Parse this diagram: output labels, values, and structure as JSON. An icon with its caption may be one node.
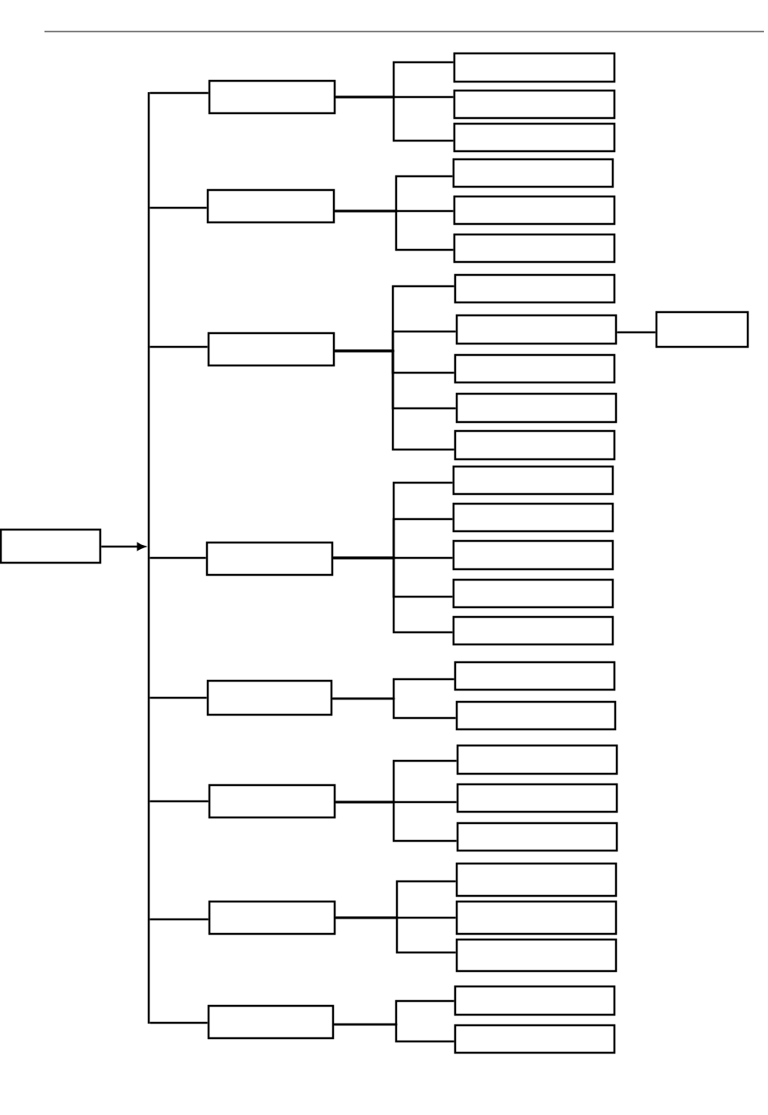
{
  "diagram": {
    "nodes": [
      {
        "text": [],
        "shape": "box"
      },
      {
        "text": [],
        "shape": "bar"
      },
      {
        "text": [],
        "shape": "box"
      },
      {
        "text": [],
        "shape": "box"
      },
      {
        "text": [],
        "shape": "box"
      },
      {
        "text": [],
        "shape": "box"
      },
      {
        "text": [],
        "shape": "box"
      },
      {
        "text": [],
        "shape": "box"
      },
      {
        "text": [],
        "shape": "box"
      },
      {
        "text": [],
        "shape": "box"
      },
      {
        "text": [],
        "shape": "box"
      },
      {
        "text": [],
        "shape": "box"
      },
      {
        "text": [],
        "shape": "box"
      },
      {
        "text": [],
        "shape": "box"
      },
      {
        "text": [],
        "shape": "box"
      },
      {
        "text": [],
        "shape": "box"
      },
      {
        "text": [],
        "shape": "box"
      },
      {
        "text": [],
        "shape": "box"
      },
      {
        "text": [],
        "shape": "box"
      },
      {
        "text": [],
        "shape": "box"
      },
      {
        "text": [],
        "shape": "box"
      },
      {
        "text": [],
        "shape": "box"
      },
      {
        "text": [],
        "shape": "box"
      },
      {
        "text": [],
        "shape": "box"
      },
      {
        "text": [],
        "shape": "box"
      },
      {
        "text": [],
        "shape": "box"
      },
      {
        "text": [],
        "shape": "box"
      },
      {
        "text": [],
        "shape": "box"
      },
      {
        "text": [],
        "shape": "box"
      },
      {
        "text": [],
        "shape": "box"
      },
      {
        "text": [],
        "shape": "box"
      },
      {
        "text": [],
        "shape": "box"
      },
      {
        "text": [],
        "shape": "box"
      },
      {
        "text": [],
        "shape": "box"
      },
      {
        "text": [],
        "shape": "box"
      },
      {
        "text": [],
        "shape": "box"
      },
      {
        "text": [],
        "shape": "box"
      }
    ],
    "edges": [
      {
        "from": 0,
        "to": 1,
        "arrow": "to"
      },
      {
        "from": 1,
        "to": 2,
        "arrow": "none"
      },
      {
        "from": 1,
        "to": 6,
        "arrow": "none"
      },
      {
        "from": 1,
        "to": 10,
        "arrow": "none"
      },
      {
        "from": 1,
        "to": 17,
        "arrow": "none"
      },
      {
        "from": 1,
        "to": 23,
        "arrow": "none"
      },
      {
        "from": 1,
        "to": 26,
        "arrow": "none"
      },
      {
        "from": 1,
        "to": 30,
        "arrow": "none"
      },
      {
        "from": 1,
        "to": 34,
        "arrow": "none"
      },
      {
        "from": 2,
        "to": 3,
        "arrow": "none"
      },
      {
        "from": 2,
        "to": 4,
        "arrow": "none"
      },
      {
        "from": 2,
        "to": 5,
        "arrow": "none"
      },
      {
        "from": 6,
        "to": 7,
        "arrow": "none"
      },
      {
        "from": 6,
        "to": 8,
        "arrow": "none"
      },
      {
        "from": 6,
        "to": 9,
        "arrow": "none"
      },
      {
        "from": 10,
        "to": 11,
        "arrow": "none"
      },
      {
        "from": 10,
        "to": 12,
        "arrow": "none"
      },
      {
        "from": 10,
        "to": 14,
        "arrow": "none"
      },
      {
        "from": 10,
        "to": 15,
        "arrow": "none"
      },
      {
        "from": 10,
        "to": 16,
        "arrow": "none"
      },
      {
        "from": 12,
        "to": 13,
        "arrow": "none"
      },
      {
        "from": 17,
        "to": 18,
        "arrow": "none"
      },
      {
        "from": 17,
        "to": 19,
        "arrow": "none"
      },
      {
        "from": 17,
        "to": 20,
        "arrow": "none"
      },
      {
        "from": 17,
        "to": 21,
        "arrow": "none"
      },
      {
        "from": 17,
        "to": 22,
        "arrow": "none"
      },
      {
        "from": 23,
        "to": 24,
        "arrow": "none"
      },
      {
        "from": 23,
        "to": 25,
        "arrow": "none"
      },
      {
        "from": 26,
        "to": 27,
        "arrow": "none"
      },
      {
        "from": 26,
        "to": 28,
        "arrow": "none"
      },
      {
        "from": 26,
        "to": 29,
        "arrow": "none"
      },
      {
        "from": 30,
        "to": 31,
        "arrow": "none"
      },
      {
        "from": 30,
        "to": 32,
        "arrow": "none"
      },
      {
        "from": 30,
        "to": 33,
        "arrow": "none"
      },
      {
        "from": 34,
        "to": 35,
        "arrow": "none"
      },
      {
        "from": 34,
        "to": 36,
        "arrow": "none"
      }
    ]
  }
}
